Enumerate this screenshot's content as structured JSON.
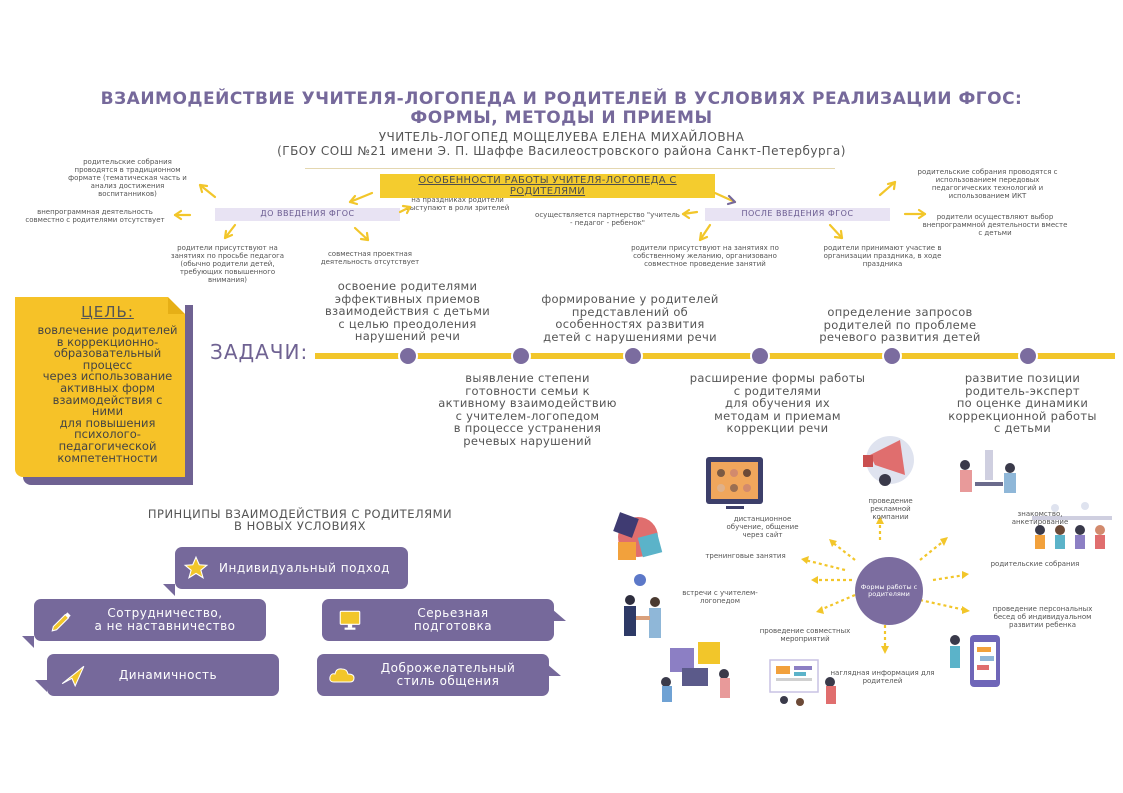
{
  "header": {
    "title_line1": "ВЗАИМОДЕЙСТВИЕ УЧИТЕЛЯ-ЛОГОПЕДА И РОДИТЕЛЕЙ В УСЛОВИЯХ РЕАЛИЗАЦИИ ФГОС:",
    "title_line2": "ФОРМЫ, МЕТОДЫ И ПРИЕМЫ",
    "author": "УЧИТЕЛЬ-ЛОГОПЕД МОЩЕЛУЕВА ЕЛЕНА МИХАЙЛОВНА",
    "school": "(ГБОУ СОШ №21 имени Э. П. Шаффе Василеостровского района Санкт-Петербурга)"
  },
  "features": {
    "title": "ОСОБЕННОСТИ РАБОТЫ УЧИТЕЛЯ-ЛОГОПЕДА С РОДИТЕЛЯМИ",
    "before_label": "ДО ВВЕДЕНИЯ ФГОС",
    "after_label": "ПОСЛЕ ВВЕДЕНИЯ ФГОС",
    "before": [
      "родительские собрания проводятся в традиционном формате (тематическая часть и анализ достижения воспитанников)",
      "внепрограммная деятельность совместно с родителями отсутствует",
      "родители присутствуют на занятиях по просьбе педагога (обычно родители детей, требующих повышенного внимания)",
      "совместная проектная деятельность отсутствует",
      "на праздниках родители выступают в роли зрителей"
    ],
    "after": [
      "осуществляется партнерство \"учитель - педагог - ребенок\"",
      "родители присутствуют на занятиях по собственному желанию, организовано совместное проведение занятий",
      "родители принимают участие в организации праздника, в ходе праздника",
      "родительские собрания проводятся с использованием передовых педагогических технологий и использованием ИКТ",
      "родители осуществляют выбор внепрограммной деятельности вместе с детьми"
    ]
  },
  "goal": {
    "title": "ЦЕЛЬ:",
    "text": [
      "вовлечение родителей",
      "в коррекционно-",
      "образовательный",
      "процесс",
      "через использование",
      "активных форм",
      "взаимодействия с",
      "ними",
      "для повышения",
      "психолого-",
      "педагогической",
      "компетентности"
    ]
  },
  "tasks": {
    "label": "ЗАДАЧИ:",
    "top": [
      [
        "освоение родителями",
        "эффективных приемов",
        "взаимодействия с детьми",
        "с целью преодоления",
        "нарушений речи"
      ],
      [
        "формирование у родителей",
        "представлений об",
        "особенностях развития",
        "детей с нарушениями речи"
      ],
      [
        "определение запросов",
        "родителей по проблеме",
        "речевого развития детей"
      ]
    ],
    "bottom": [
      [
        "выявление степени",
        "готовности семьи к",
        "активному взаимодействию",
        "с учителем-логопедом",
        "в процессе устранения",
        "речевых нарушений"
      ],
      [
        "расширение формы работы",
        "с родителями",
        "для обучения их",
        "методам и приемам",
        "коррекции речи"
      ],
      [
        "развитие позиции",
        "родитель-эксперт",
        "по оценке динамики",
        "коррекционной работы",
        "с детьми"
      ]
    ]
  },
  "principles": {
    "title_line1": "ПРИНЦИПЫ ВЗАИМОДЕЙСТВИЯ С РОДИТЕЛЯМИ",
    "title_line2": "В НОВЫХ УСЛОВИЯХ",
    "individual": "Индивидуальный подход",
    "coop1": "Сотрудничество,",
    "coop2": "а не наставничество",
    "serious1": "Серьезная",
    "serious2": "подготовка",
    "dynamic": "Динамичность",
    "friendly1": "Доброжелательный",
    "friendly2": "стиль общения"
  },
  "forms": {
    "center": "Формы работы с родителями",
    "items": {
      "distance": "дистанционное обучение, общение через сайт",
      "ads": "проведение рекламной компании",
      "acquaint": "знакомство, анкетирование",
      "training": "тренинговые занятия",
      "meetings": "родительские собрания",
      "meet_teacher": "встречи с учителем-логопедом",
      "personal": "проведение персональных бесед об индивидуальном развитии ребенка",
      "joint": "проведение совместных мероприятий",
      "visual": "наглядная информация для родителей"
    }
  },
  "colors": {
    "purple": "#76699b",
    "yellow": "#f2c62a",
    "lavender": "#e8e3f3"
  }
}
